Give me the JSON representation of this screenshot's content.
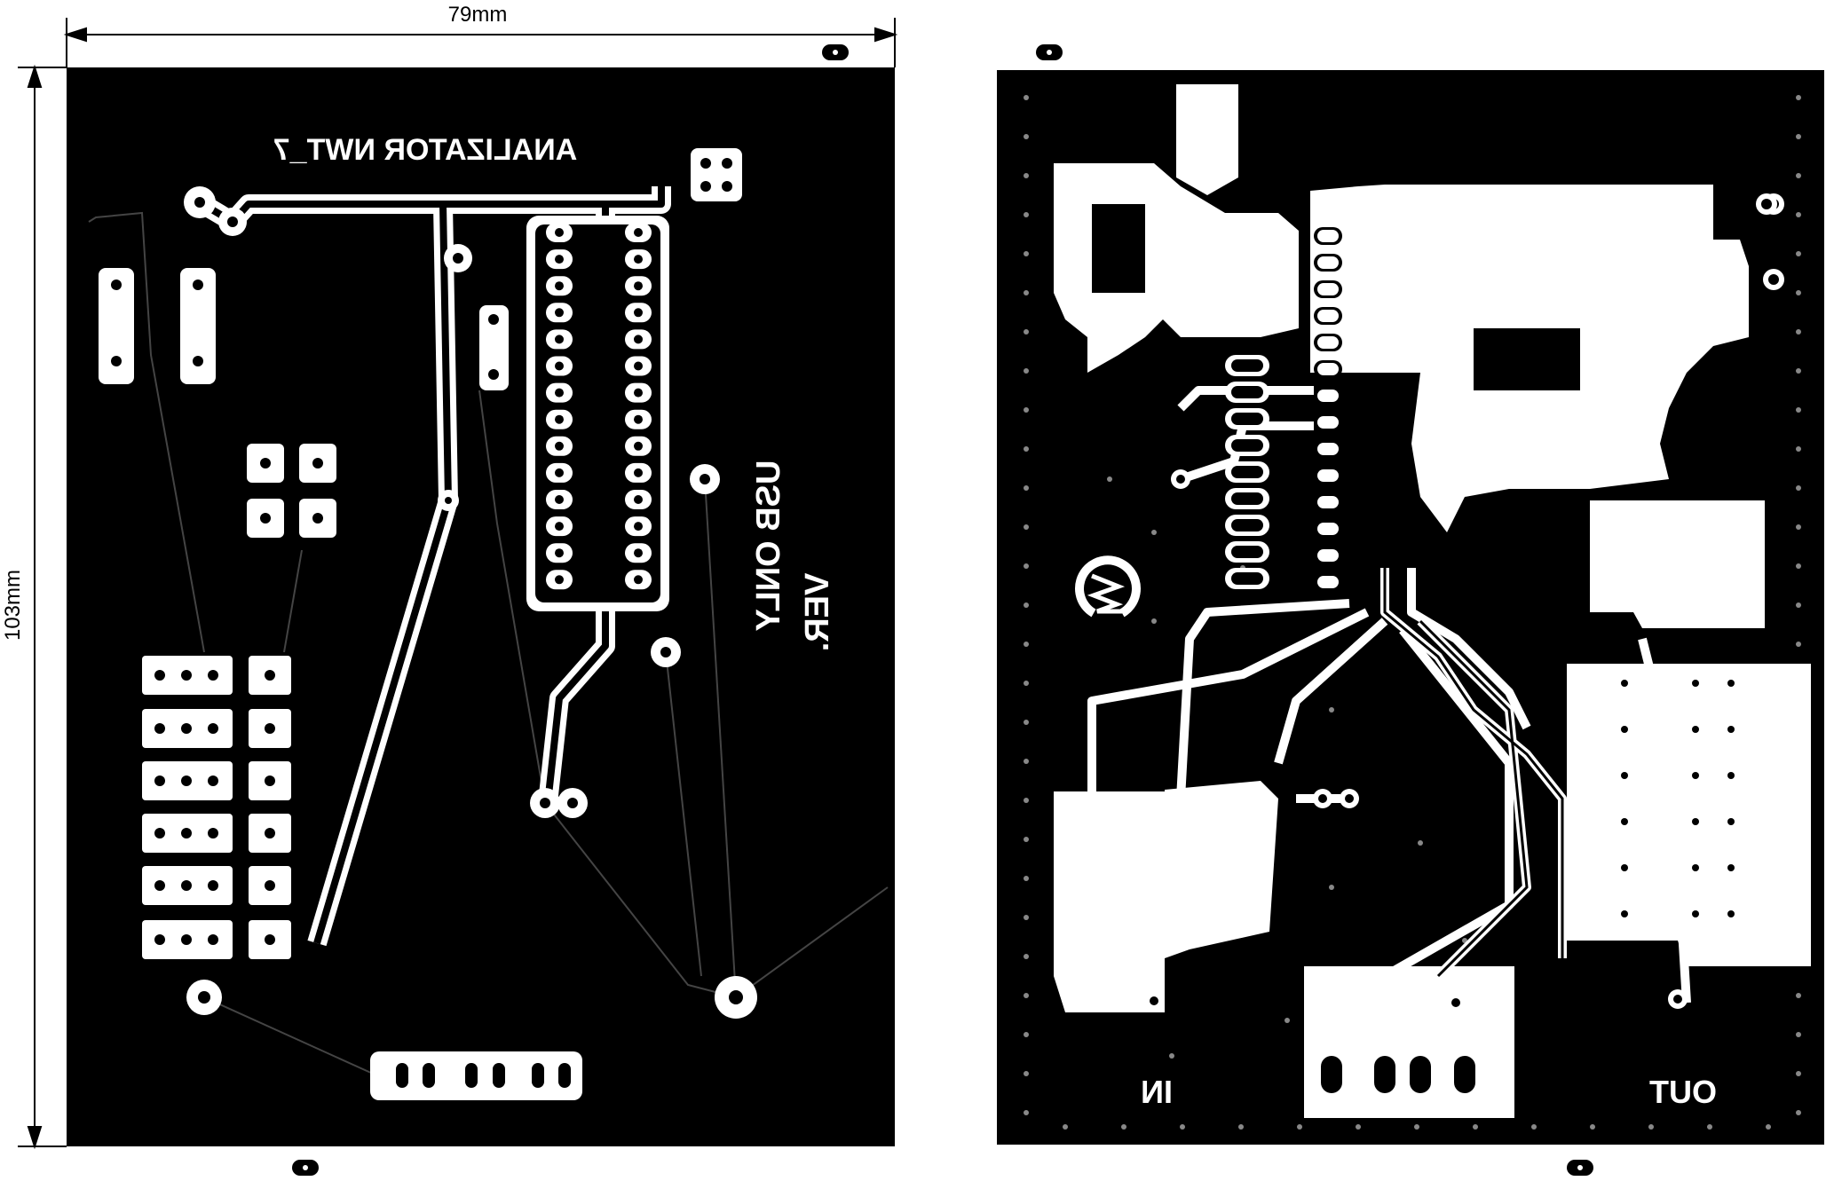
{
  "dimensions": {
    "width_label": "79mm",
    "height_label": "103mm"
  },
  "left_board": {
    "title": "ANALIZATOR NWT_7",
    "note_line1": "USB ONLY",
    "note_line2": "VER."
  },
  "right_board": {
    "input_label": "IN",
    "output_label": "OUT",
    "logo_text": "AM"
  },
  "colors": {
    "board": "#000000",
    "copper": "#ffffff",
    "background": "#ffffff",
    "via": "#3a3a3a"
  }
}
